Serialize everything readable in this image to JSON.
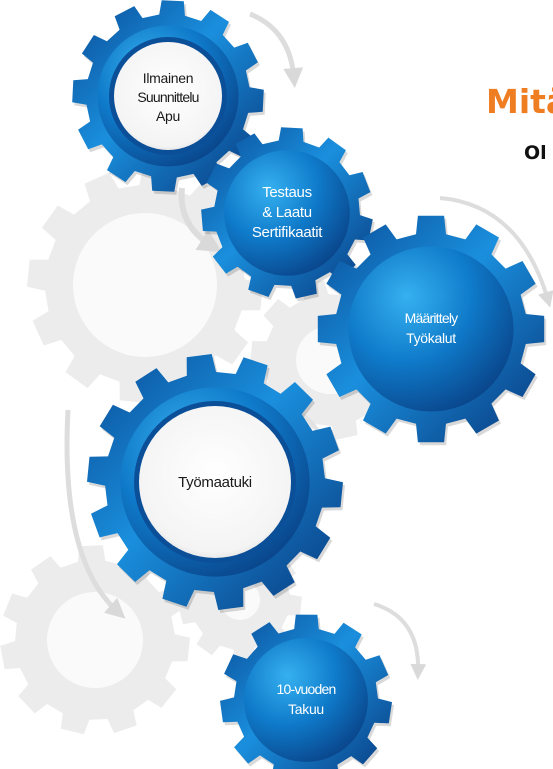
{
  "heading": "Mitä",
  "subheading": "Ol",
  "colors": {
    "heading": "#ef7d22",
    "gear_dark": "#0a3f86",
    "gear_mid": "#0a6fc2",
    "gear_light": "#29a9f0",
    "background_gear": "#ececec",
    "arrow": "#dcdcdc"
  },
  "gears": [
    {
      "id": "ilmainen",
      "style": "white-center",
      "lines": [
        "Ilmainen",
        "Suunnittelu",
        "Apu"
      ]
    },
    {
      "id": "testaus",
      "style": "blue",
      "lines": [
        "Testaus",
        "& Laatu",
        "Sertifikaatit"
      ]
    },
    {
      "id": "maarittely",
      "style": "blue",
      "lines": [
        "Määrittely",
        "Työkalut"
      ]
    },
    {
      "id": "tyomaatuki",
      "style": "white-center",
      "lines": [
        "Työmaatuki"
      ]
    },
    {
      "id": "takuu",
      "style": "blue",
      "lines": [
        "10-vuoden",
        "Takuu"
      ]
    }
  ]
}
